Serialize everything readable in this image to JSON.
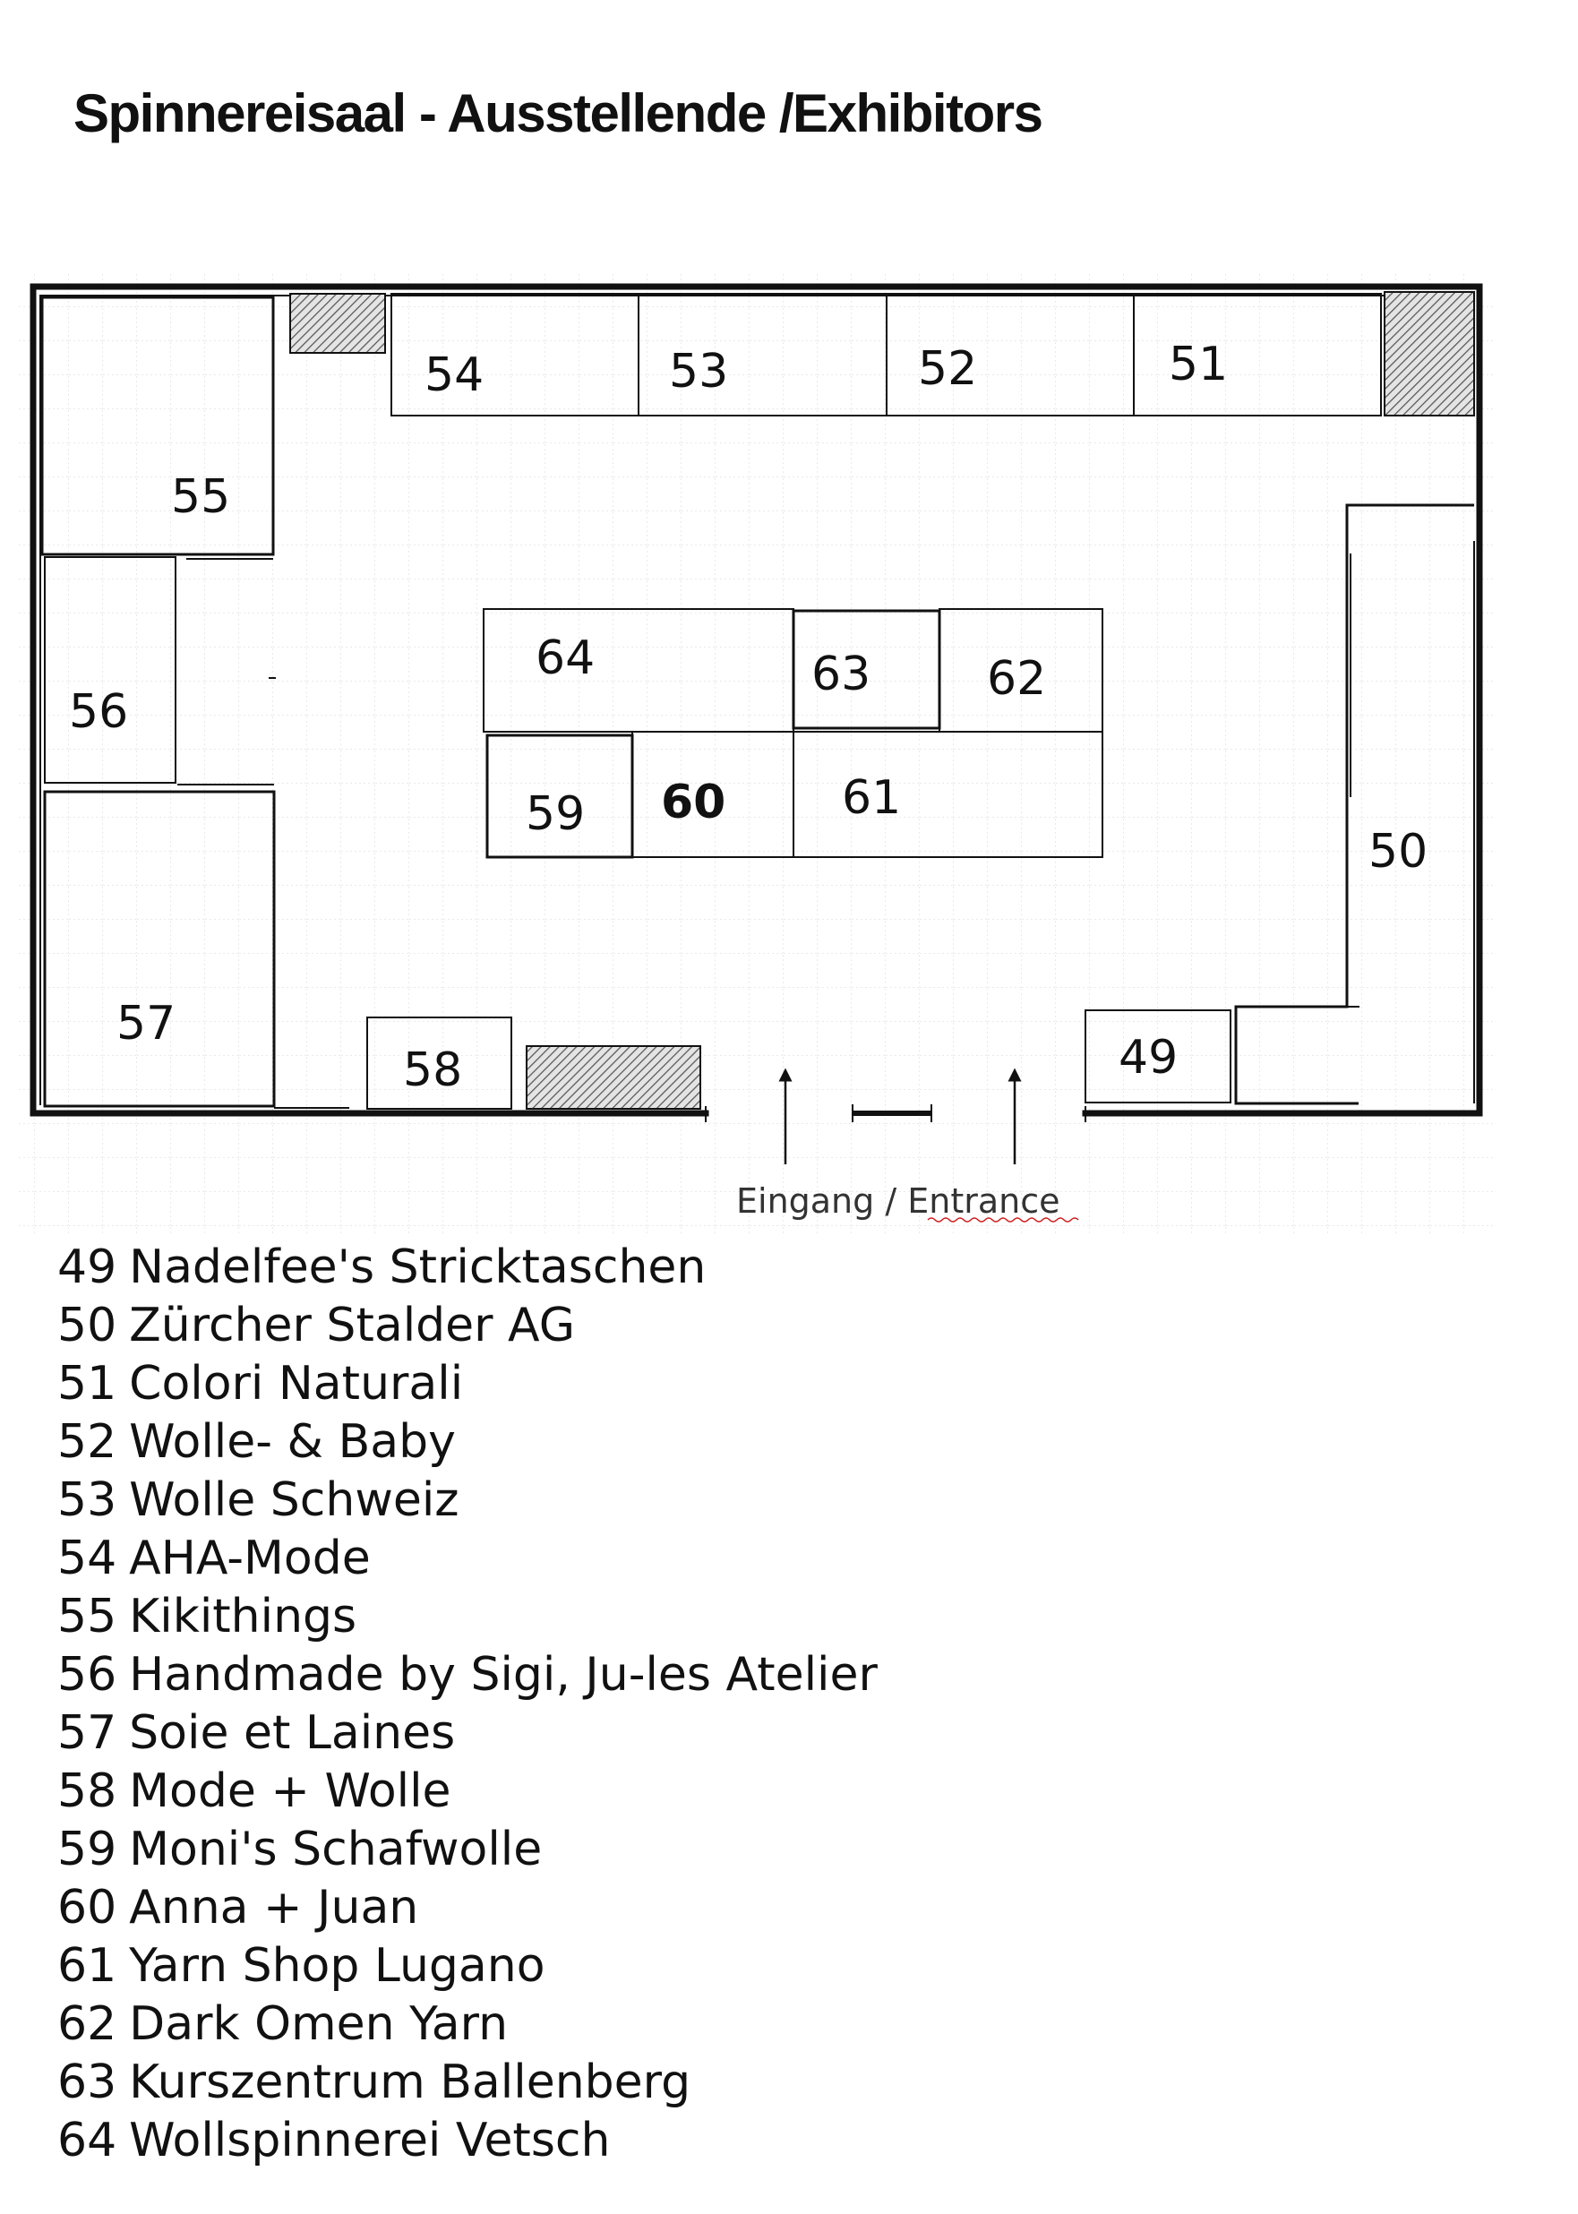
{
  "title": "Spinnereisaal - Ausstellende /Exhibitors",
  "floor_plan": {
    "booths": [
      {
        "id": "49"
      },
      {
        "id": "50"
      },
      {
        "id": "51"
      },
      {
        "id": "52"
      },
      {
        "id": "53"
      },
      {
        "id": "54"
      },
      {
        "id": "55"
      },
      {
        "id": "56"
      },
      {
        "id": "57"
      },
      {
        "id": "58"
      },
      {
        "id": "59"
      },
      {
        "id": "60"
      },
      {
        "id": "61"
      },
      {
        "id": "62"
      },
      {
        "id": "63"
      },
      {
        "id": "64"
      }
    ],
    "entrance_label": "Eingang / Entrance"
  },
  "exhibitors": [
    {
      "number": "49",
      "name": "Nadelfee's Stricktaschen"
    },
    {
      "number": "50",
      "name": "Zürcher Stalder AG"
    },
    {
      "number": "51",
      "name": "Colori Naturali"
    },
    {
      "number": "52",
      "name": "Wolle- & Baby"
    },
    {
      "number": "53",
      "name": "Wolle Schweiz"
    },
    {
      "number": "54",
      "name": "AHA-Mode"
    },
    {
      "number": "55",
      "name": "Kikithings"
    },
    {
      "number": "56",
      "name": "Handmade by Sigi, Ju-les Atelier"
    },
    {
      "number": "57",
      "name": "Soie et Laines"
    },
    {
      "number": "58",
      "name": "Mode + Wolle"
    },
    {
      "number": "59",
      "name": "Moni's Schafwolle"
    },
    {
      "number": "60",
      "name": "Anna + Juan"
    },
    {
      "number": "61",
      "name": "Yarn Shop Lugano"
    },
    {
      "number": "62",
      "name": "Dark Omen Yarn"
    },
    {
      "number": "63",
      "name": "Kurszentrum Ballenberg"
    },
    {
      "number": "64",
      "name": "Wollspinnerei Vetsch"
    }
  ]
}
